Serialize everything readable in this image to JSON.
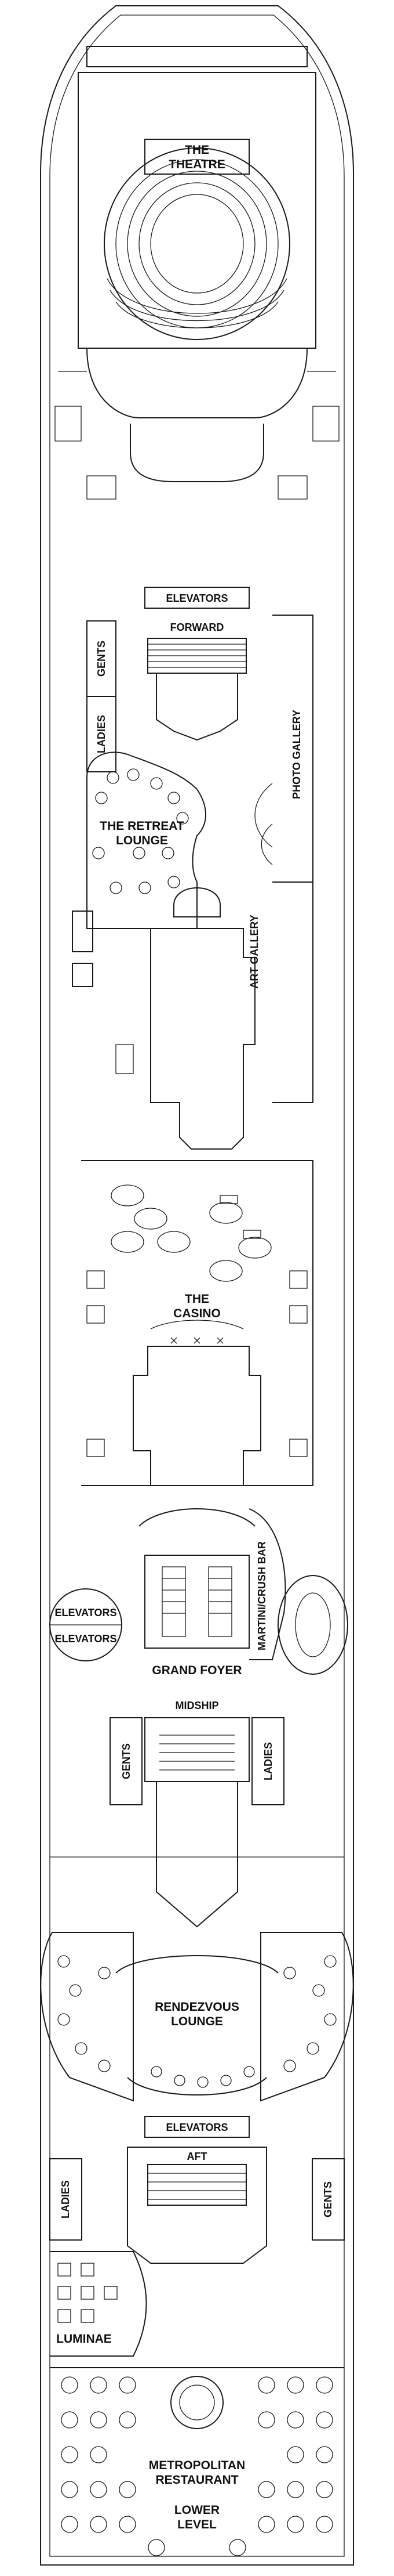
{
  "deck": {
    "labels": {
      "theatre_line1": "THE",
      "theatre_line2": "THEATRE",
      "elevators_forward": "ELEVATORS",
      "forward": "FORWARD",
      "gents_forward": "GENTS",
      "ladies_forward": "LADIES",
      "photo_gallery": "PHOTO GALLERY",
      "retreat_line1": "THE RETREAT",
      "retreat_line2": "LOUNGE",
      "art_gallery": "ART GALLERY",
      "casino_line1": "THE",
      "casino_line2": "CASINO",
      "elevators_port_upper": "ELEVATORS",
      "elevators_port_lower": "ELEVATORS",
      "martini_bar": "MARTINI/CRUSH BAR",
      "grand_foyer": "GRAND FOYER",
      "midship": "MIDSHIP",
      "gents_midship": "GENTS",
      "ladies_midship": "LADIES",
      "rendezvous_line1": "RENDEZVOUS",
      "rendezvous_line2": "LOUNGE",
      "elevators_aft": "ELEVATORS",
      "aft": "AFT",
      "ladies_aft": "LADIES",
      "gents_aft": "GENTS",
      "luminae": "LUMINAE",
      "metropolitan_line1": "METROPOLITAN",
      "metropolitan_line2": "RESTAURANT",
      "lower_line1": "LOWER",
      "lower_line2": "LEVEL"
    }
  }
}
